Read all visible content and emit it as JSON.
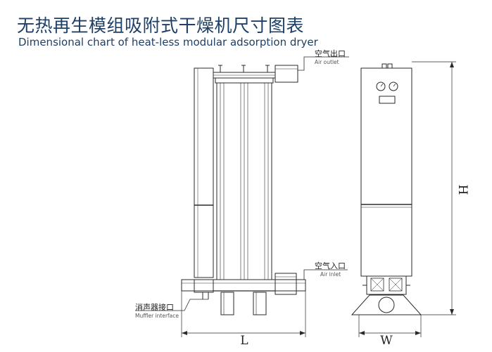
{
  "title": {
    "cn": "无热再生模组吸附式干燥机尺寸图表",
    "en": "Dimensional chart of heat-less modular adsorption dryer"
  },
  "callouts": {
    "air_outlet": {
      "cn": "空气出口",
      "en": "Air outlet"
    },
    "air_inlet": {
      "cn": "空气入口",
      "en": "Air inlet"
    },
    "muffler": {
      "cn": "消声器接口",
      "en": "Muffler interface"
    }
  },
  "dimensions": {
    "length": "L",
    "width": "W",
    "height": "H"
  },
  "colors": {
    "title": "#1e3f66",
    "line": "#2a2a2a"
  }
}
